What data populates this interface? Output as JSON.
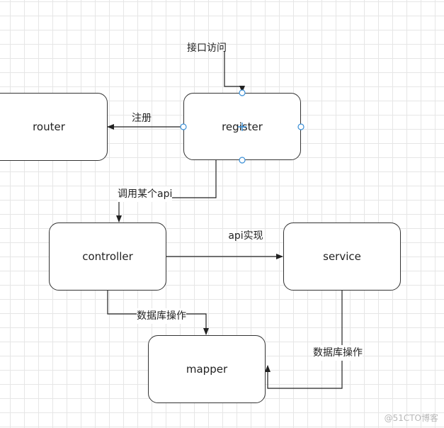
{
  "nodes": {
    "router": "router",
    "register": "register",
    "controller": "controller",
    "service": "service",
    "mapper": "mapper"
  },
  "edges": {
    "access": "接口访问",
    "register": "注册",
    "call_api": "调用某个api",
    "api_impl": "api实现",
    "db_op_controller": "数据库操作",
    "db_op_service": "数据库操作"
  },
  "watermark": "@51CTO博客",
  "colors": {
    "line": "#222222",
    "selection_handle": "#3a8fd6",
    "grid": "#e6e6e6"
  }
}
